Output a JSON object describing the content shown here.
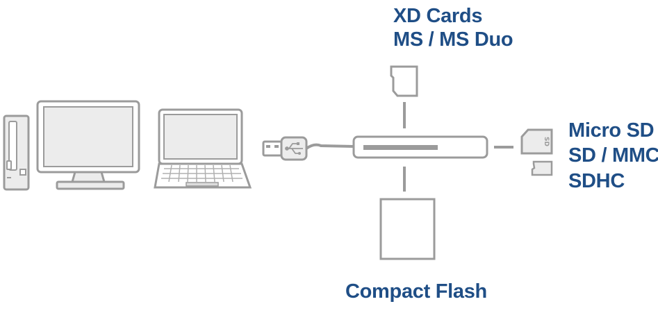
{
  "labels": {
    "xd_cards": "XD Cards",
    "ms_duo": "MS / MS Duo",
    "micro_sd": "Micro SD /",
    "sd_mmc": "SD / MMC",
    "sdhc": "SDHC",
    "compact_flash": "Compact Flash"
  },
  "colors": {
    "label": "#1f4e86",
    "outline": "#9b9b9b",
    "fill_light": "#ececec",
    "fill_mid": "#dcdcdc",
    "connector": "#9b9b9b"
  },
  "icons": [
    "desktop-tower-icon",
    "monitor-icon",
    "laptop-icon",
    "usb-plug-icon",
    "card-reader-icon",
    "xd-card-icon",
    "sd-card-icon",
    "micro-sd-card-icon",
    "compact-flash-card-icon"
  ]
}
